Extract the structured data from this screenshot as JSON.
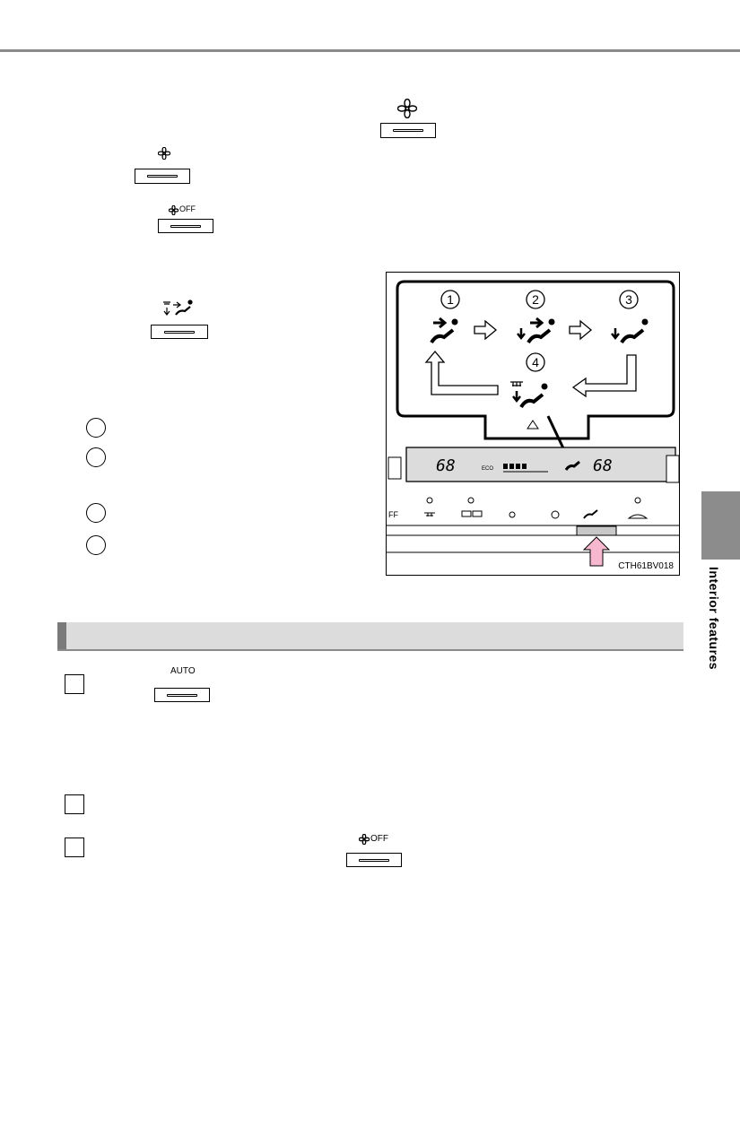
{
  "labels": {
    "fan": "",
    "fan_off": "OFF",
    "auto": "AUTO"
  },
  "figure": {
    "steps": [
      "1",
      "2",
      "3",
      "4"
    ],
    "display_left_temp": "68",
    "display_right_temp": "68",
    "display_eco": "ECO",
    "panel_ff": "FF",
    "code": "CTH61BV018"
  },
  "side_tab": {
    "label": "Interior features"
  },
  "colors": {
    "highlight_arrow": "#f7b8cf",
    "tab": "#8c8c8c",
    "section_bg": "#dcdcdc"
  }
}
